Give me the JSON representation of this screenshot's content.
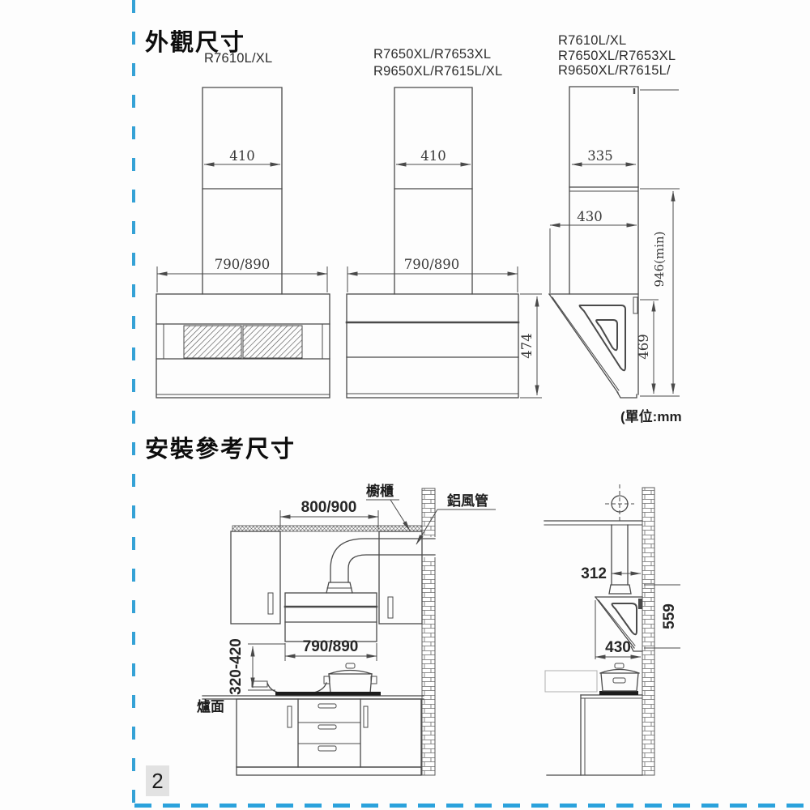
{
  "page": {
    "number": "2",
    "unit_note": "(單位:mm",
    "accent_color": "#2ea2d8",
    "line_color": "#4a4a4a"
  },
  "section_exterior": {
    "title": "外觀尺寸",
    "model_left": "R7610L/XL",
    "model_middle_line1": "R7650XL/R7653XL",
    "model_middle_line2": "R9650XL/R7615L/XL",
    "model_right_line1": "R7610L/XL",
    "model_right_line2": "R7650XL/R7653XL",
    "model_right_line3": "R9650XL/R7615L/",
    "dims": {
      "w410_left": "410",
      "w410_mid": "410",
      "d335": "335",
      "d430": "430",
      "w790_left": "790/890",
      "w790_mid": "790/890",
      "h474": "474",
      "h469": "469",
      "h946": "946(min)"
    }
  },
  "section_install": {
    "title": "安裝參考尺寸",
    "labels": {
      "cabinet": "櫥櫃",
      "duct": "鋁風管",
      "stove_surface": "爐面"
    },
    "dims": {
      "gap800": "800/900",
      "w790": "790/890",
      "h320_420": "320-420",
      "d312": "312",
      "d430": "430",
      "h559": "559"
    }
  }
}
